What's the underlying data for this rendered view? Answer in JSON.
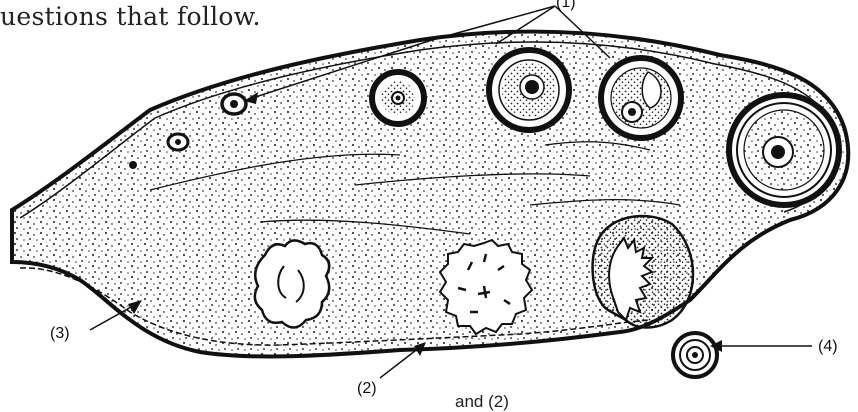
{
  "intro": {
    "text": "uestions that follow."
  },
  "labels": {
    "label_1": "(1)",
    "label_2": "(2)",
    "label_3": "(3)",
    "label_4": "(4)"
  },
  "bottom_fragment": "and (2)",
  "colors": {
    "ink": "#111111",
    "background": "#ffffff",
    "dot": "#3a3a3a"
  }
}
